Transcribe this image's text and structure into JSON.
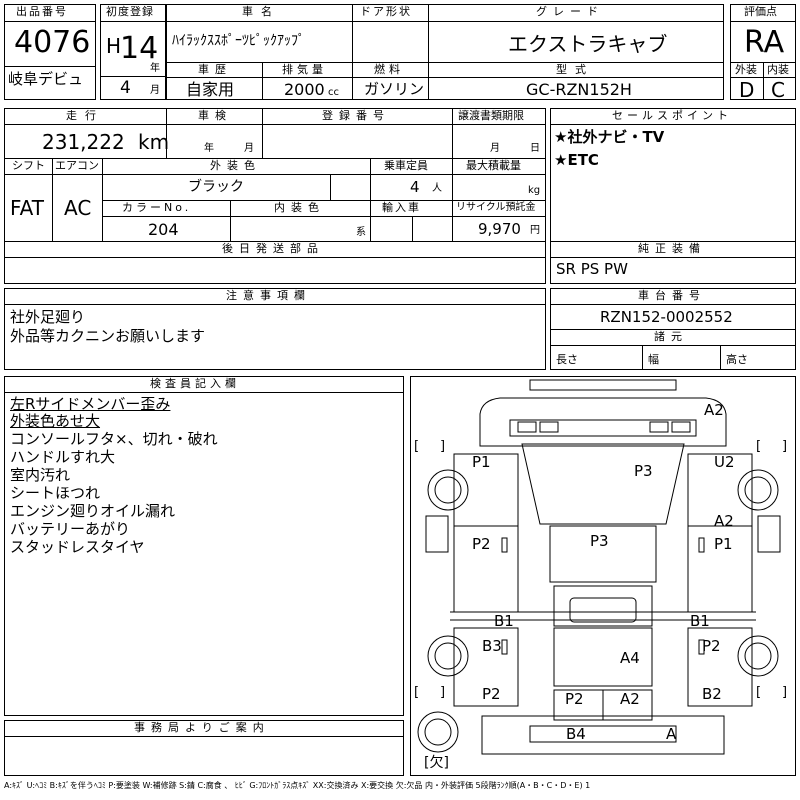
{
  "header": {
    "lot_label": "出品番号",
    "lot_no": "4076",
    "location": "岐阜デビュ",
    "first_reg_label": "初度登録",
    "era": "H",
    "year": "14",
    "year_unit": "年",
    "month": "4",
    "month_unit": "月",
    "car_name_label": "車名",
    "car_name": "ﾊｲﾗｯｸｽｽﾎﾟｰﾂﾋﾟｯｸｱｯﾌﾟ",
    "door_label": "ドア形状",
    "door": "",
    "grade_label": "グレード",
    "grade": "エクストラキャブ",
    "score_label": "評価点",
    "score": "RA",
    "history_label": "車歴",
    "history": "自家用",
    "disp_label": "排気量",
    "disp": "2000",
    "disp_unit": "cc",
    "fuel_label": "燃料",
    "fuel": "ガソリン",
    "model_label": "型式",
    "model": "GC-RZN152H",
    "ext_label": "外装",
    "ext": "D",
    "int_label": "内装",
    "int": "C"
  },
  "specs": {
    "mileage_label": "走行",
    "mileage": "231,222",
    "mileage_unit": "km",
    "inspection_label": "車検",
    "insp_year_unit": "年",
    "insp_month_unit": "月",
    "reg_no_label": "登録番号",
    "transfer_label": "譲渡書類期限",
    "transfer_month_unit": "月",
    "transfer_day_unit": "日",
    "shift_label": "シフト",
    "shift": "FAT",
    "ac_label": "エアコン",
    "ac": "AC",
    "color_label": "外装色",
    "color": "ブラック",
    "seats_label": "乗車定員",
    "seats": "4",
    "seats_unit": "人",
    "load_label": "最大積載量",
    "load_unit": "kg",
    "color_no_label": "カラーNo.",
    "color_no": "204",
    "interior_label": "内装色",
    "interior_suffix": "系",
    "import_label": "輸入車",
    "recycle_label": "リサイクル預託金",
    "recycle": "9,970",
    "recycle_unit": "円",
    "later_parts_label": "後日発送部品",
    "later_parts": ""
  },
  "sales": {
    "label": "セールスポイント",
    "points": [
      "★社外ナビ・TV",
      "★ETC"
    ]
  },
  "genuine": {
    "label": "純正装備",
    "items": "SR PS PW"
  },
  "caution": {
    "label": "注意事項欄",
    "lines": [
      "社外足廻り",
      "外品等カクニンお願いします"
    ]
  },
  "chassis": {
    "label": "車台番号",
    "number": "RZN152-0002552",
    "dims_label": "諸元",
    "length_label": "長さ",
    "width_label": "幅",
    "height_label": "高さ"
  },
  "inspector": {
    "label": "検査員記入欄",
    "lines": [
      "左Rサイドメンバー歪み",
      "外装色あせ大",
      "コンソールフタ×、切れ・破れ",
      "ハンドルすれ大",
      "室内汚れ",
      "シートほつれ",
      "エンジン廻りオイル漏れ",
      "バッテリーあがり",
      "スタッドレスタイヤ"
    ]
  },
  "office": {
    "label": "事務局よりご案内",
    "text": ""
  },
  "diagram": {
    "marks": [
      "A2",
      "P1",
      "P3",
      "U2",
      "A2",
      "P2",
      "P3",
      "P1",
      "B1",
      "B1",
      "B3",
      "A4",
      "P2",
      "P2",
      "P2",
      "A2",
      "B2",
      "B4",
      "A"
    ],
    "missing_label": "[欠]",
    "bracket_left": "[",
    "bracket_right": "]"
  },
  "legend": "A:ｷｽﾞ U:ﾍｺﾐ B:ｷｽﾞを伴うﾍｺﾐ P:要塗装 W:補修跡 S:錆 C:腐食 、 ﾋﾋﾞ G:ﾌﾛﾝﾄｶﾞﾗｽ点ｷｽﾞ XX:交換済み X:要交換 欠:欠品 内・外装評価 5段階ﾗﾝｸ順(A・B・C・D・E) 1"
}
